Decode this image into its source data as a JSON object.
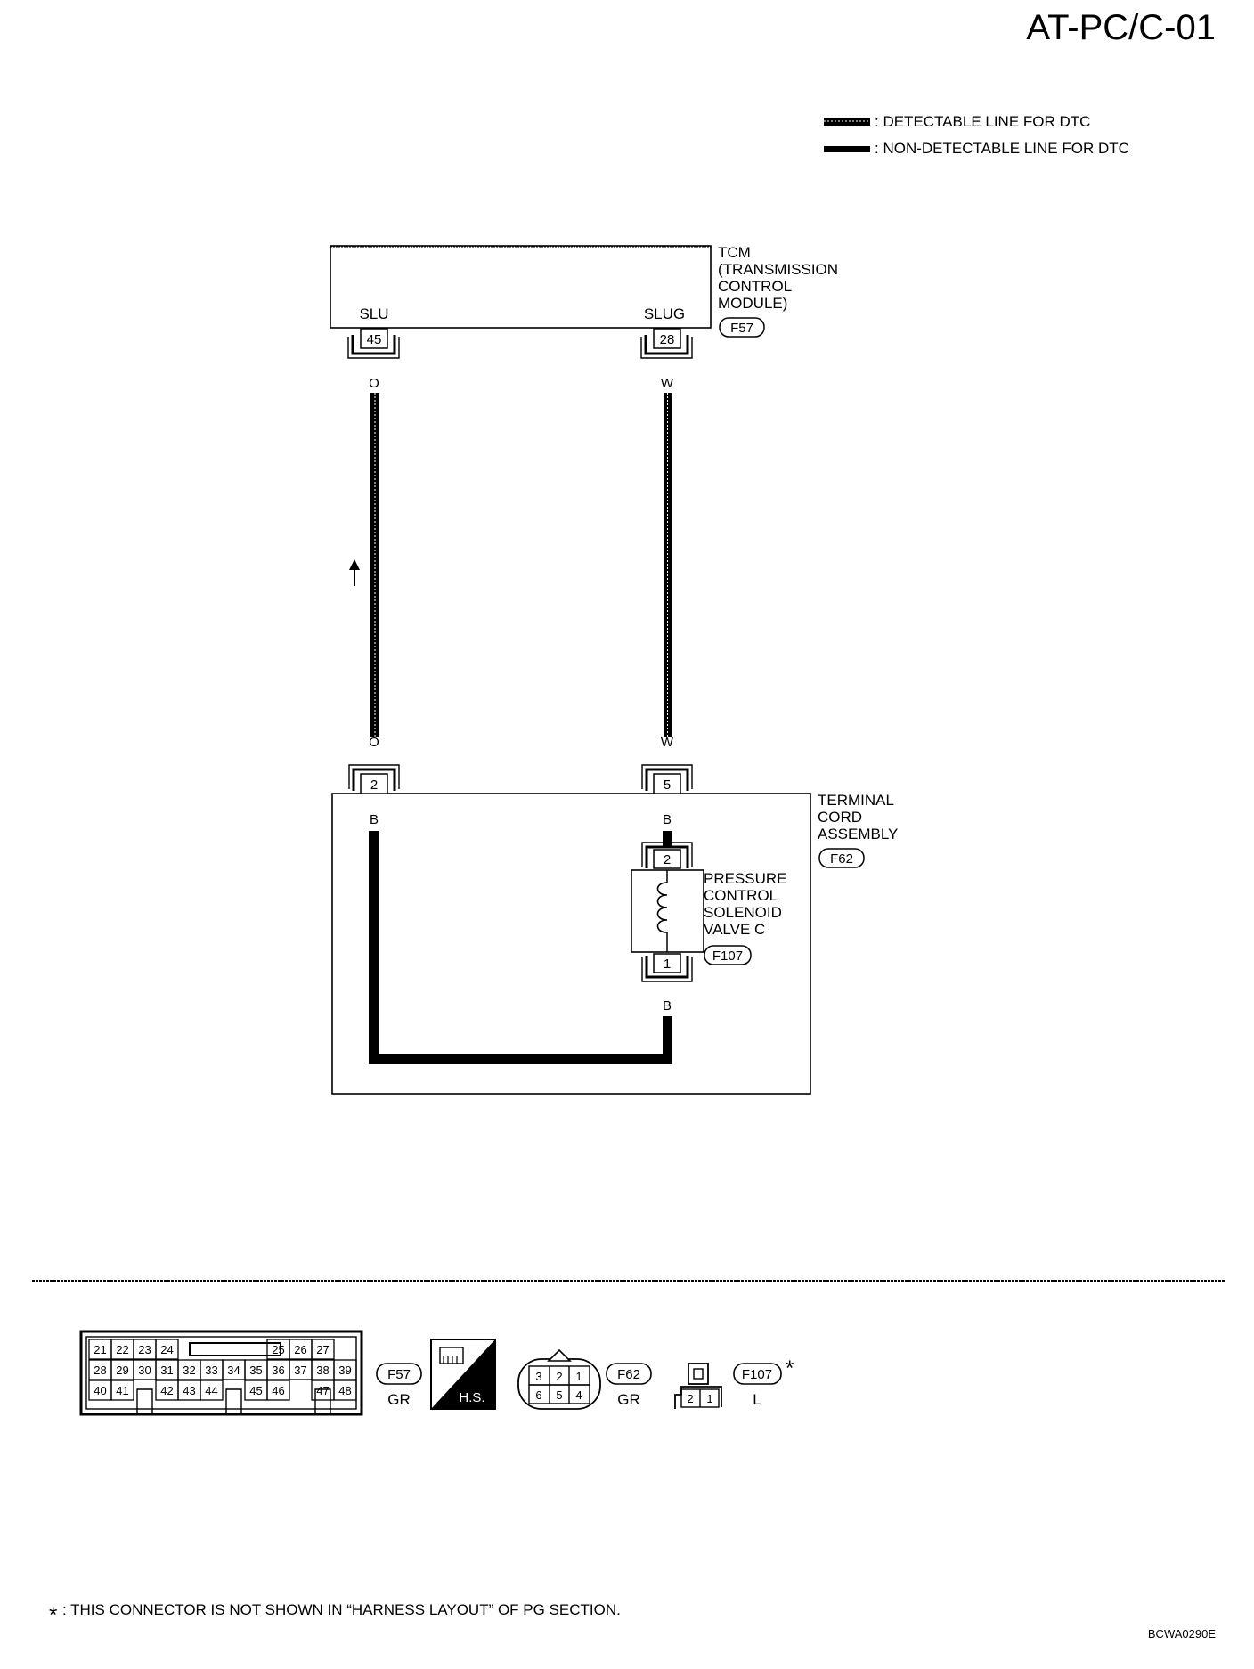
{
  "page": {
    "code": "AT-PC/C-01",
    "figure_id": "BCWA0290E"
  },
  "legend": {
    "detectable": ": DETECTABLE LINE FOR DTC",
    "non_detectable": ": NON-DETECTABLE LINE FOR DTC"
  },
  "tcm": {
    "name_lines": [
      "TCM",
      "(TRANSMISSION",
      "CONTROL",
      "MODULE)"
    ],
    "connector": "F57",
    "pins": [
      {
        "label": "SLU",
        "number": "45",
        "wire_color": "O"
      },
      {
        "label": "SLUG",
        "number": "28",
        "wire_color": "W"
      }
    ]
  },
  "terminal_cord": {
    "name_lines": [
      "TERMINAL",
      "CORD",
      "ASSEMBLY"
    ],
    "connector": "F62",
    "pins": [
      {
        "number": "2",
        "wire_color_top": "O",
        "wire_color_bottom": "B"
      },
      {
        "number": "5",
        "wire_color_top": "W",
        "wire_color_bottom": "B"
      }
    ]
  },
  "solenoid": {
    "name_lines": [
      "PRESSURE",
      "CONTROL",
      "SOLENOID",
      "VALVE C"
    ],
    "connector": "F107",
    "pin_top": "2",
    "pin_bottom": "1",
    "wire_color_bottom": "B"
  },
  "connectors": {
    "f57": {
      "id": "F57",
      "color": "GR",
      "rows": [
        [
          "21",
          "22",
          "23",
          "24",
          "25",
          "26",
          "27"
        ],
        [
          "28",
          "29",
          "30",
          "31",
          "32",
          "33",
          "34",
          "35",
          "36",
          "37",
          "38",
          "39"
        ],
        [
          "40",
          "41",
          "42",
          "43",
          "44",
          "45",
          "46",
          "47",
          "48"
        ]
      ]
    },
    "hs_label": "H.S.",
    "f62": {
      "id": "F62",
      "color": "GR",
      "top": [
        "3",
        "2",
        "1"
      ],
      "bottom": [
        "6",
        "5",
        "4"
      ]
    },
    "f107": {
      "id": "F107",
      "color": "L",
      "pins": [
        "2",
        "1"
      ],
      "asterisk": "*"
    }
  },
  "footnote": {
    "mark": "*",
    "text": ": THIS CONNECTOR IS NOT SHOWN IN “HARNESS LAYOUT” OF PG SECTION."
  }
}
